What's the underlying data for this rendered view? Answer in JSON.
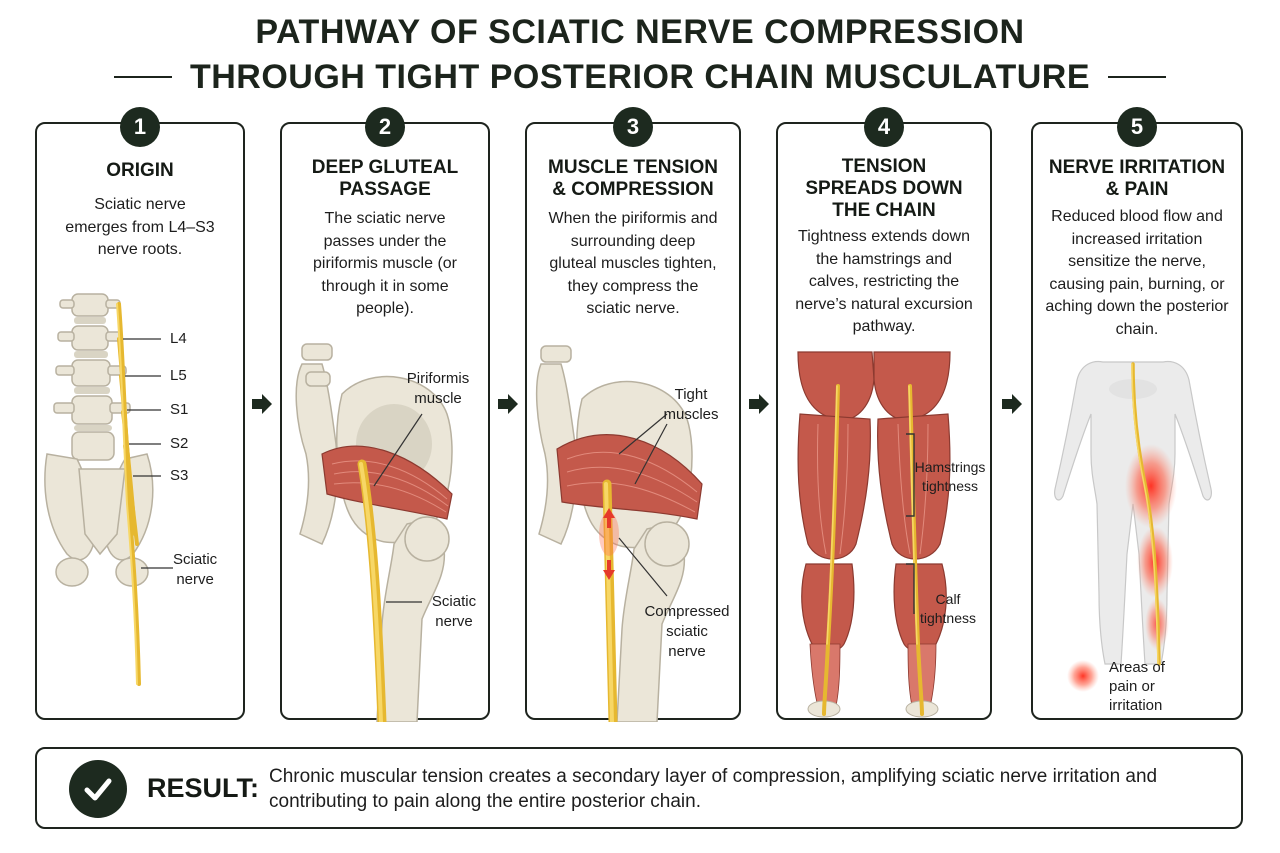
{
  "title": {
    "line1": "PATHWAY OF SCIATIC NERVE COMPRESSION",
    "line2": "THROUGH TIGHT POSTERIOR CHAIN MUSCULATURE"
  },
  "steps": [
    {
      "number": "1",
      "title": "ORIGIN",
      "description": "Sciatic nerve emerges from L4–S3 nerve roots.",
      "labels": [
        "L4",
        "L5",
        "S1",
        "S2",
        "S3"
      ],
      "nerve_label_1": "Sciatic",
      "nerve_label_2": "nerve"
    },
    {
      "number": "2",
      "title_1": "DEEP GLUTEAL",
      "title_2": "PASSAGE",
      "description": "The sciatic nerve passes under the piriformis muscle (or through it in some people).",
      "muscle_label_1": "Piriformis",
      "muscle_label_2": "muscle",
      "nerve_label_1": "Sciatic",
      "nerve_label_2": "nerve"
    },
    {
      "number": "3",
      "title_1": "MUSCLE TENSION",
      "title_2": "& COMPRESSION",
      "description": "When the piriformis and surrounding deep gluteal muscles tighten, they compress the sciatic nerve.",
      "muscle_label_1": "Tight",
      "muscle_label_2": "muscles",
      "nerve_label_1": "Compressed",
      "nerve_label_2": "sciatic",
      "nerve_label_3": "nerve"
    },
    {
      "number": "4",
      "title_1": "TENSION",
      "title_2": "SPREADS DOWN",
      "title_3": "THE CHAIN",
      "description": "Tightness extends down the hamstrings and calves, restricting the nerve’s natural excursion pathway.",
      "ham_label_1": "Hamstrings",
      "ham_label_2": "tightness",
      "calf_label_1": "Calf",
      "calf_label_2": "tightness"
    },
    {
      "number": "5",
      "title_1": "NERVE IRRITATION",
      "title_2": "& PAIN",
      "description": "Reduced blood flow and increased irritation sensitize the nerve, causing pain, burning, or aching down the posterior chain.",
      "legend_1": "Areas of",
      "legend_2": "pain or",
      "legend_3": "irritation"
    }
  ],
  "result": {
    "label": "RESULT:",
    "text": "Chronic muscular tension creates a secondary layer of compression, amplifying sciatic nerve irritation and contributing to pain along the entire posterior chain."
  },
  "colors": {
    "dark": "#1d2a1f",
    "nerve": "#f2c94c",
    "muscle": "#c4594b",
    "bone": "#ebe6d8",
    "pain": "#ff3b30"
  }
}
